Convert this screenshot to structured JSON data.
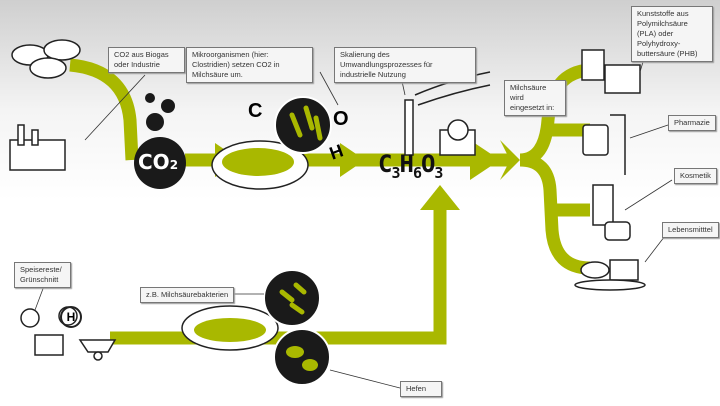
{
  "labels": {
    "co2_source": "CO2 aus Biogas oder Industrie",
    "microorganisms": "Mikroorganismen (hier: Clostridien) setzen CO2 in Milchsäure um.",
    "scaling": "Skalierung des Umwandlungsprozesses für industrielle Nutzung",
    "used_in": "Milchsäure wird eingesetzt in:",
    "plastics": "Kunststoffe aus Polymilchsäure (PLA) oder Polyhydroxy-buttersäure (PHB)",
    "pharma": "Pharmazie",
    "cosmetics": "Kosmetik",
    "food": "Lebensmitttel",
    "food_waste": "Speisereste/ Grünschnitt",
    "lactic_bacteria": "z.B. Milchsäurebakterien",
    "yeast": "Hefen"
  },
  "co2": {
    "main": "CO",
    "sub": "2"
  },
  "formula": {
    "c": "C",
    "c_n": "3",
    "h": "H",
    "h_n": "6",
    "o": "O",
    "o_n": "3"
  },
  "molecule_letters": {
    "c": "C",
    "o": "O",
    "h": "H"
  },
  "hydrogen_letter": "H",
  "colors": {
    "green": "#a9b800",
    "dark": "#1a1a1a"
  }
}
